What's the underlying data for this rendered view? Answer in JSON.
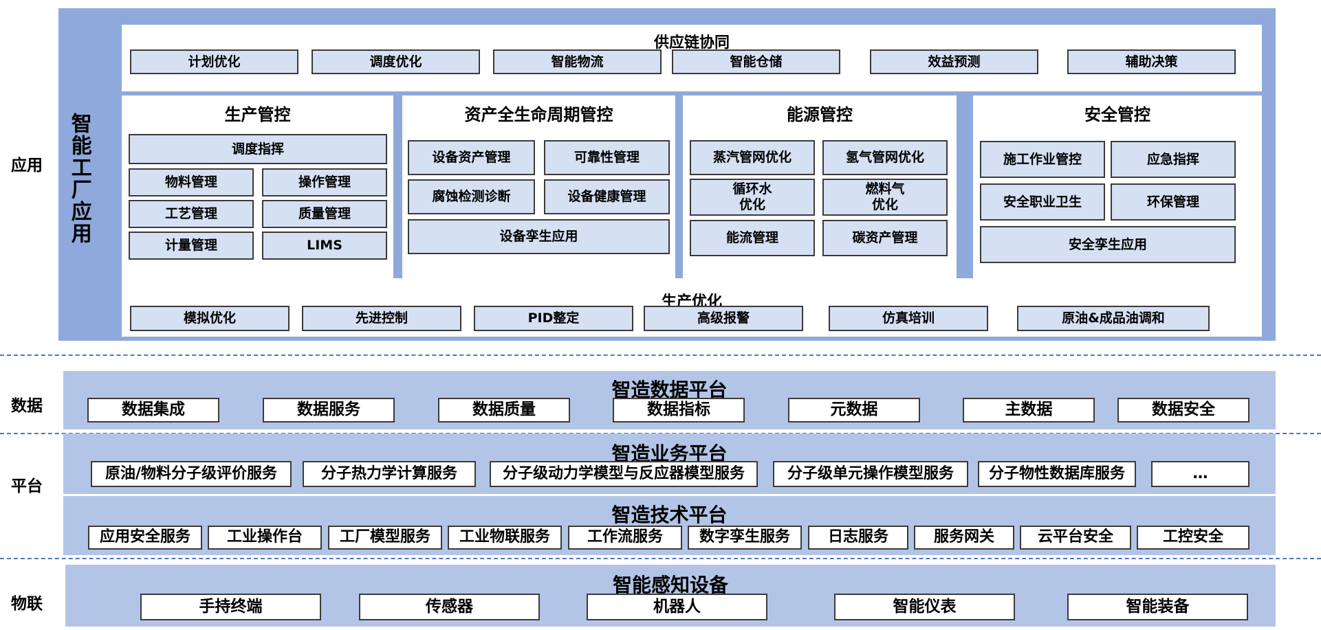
{
  "layers": {
    "app": "应用",
    "data": "数据",
    "platform": "平台",
    "iot": "物联"
  },
  "app_vertical_title": "智能工厂应用",
  "supply_chain": {
    "title": "供应链协同",
    "items": [
      "计划优化",
      "调度优化",
      "智能物流",
      "智能仓储",
      "效益预测",
      "辅助决策"
    ]
  },
  "production_control": {
    "title": "生产管控",
    "items": [
      "调度指挥",
      "物料管理",
      "操作管理",
      "工艺管理",
      "质量管理",
      "计量管理",
      "LIMS"
    ]
  },
  "asset_lifecycle": {
    "title": "资产全生命周期管控",
    "items": [
      "设备资产管理",
      "可靠性管理",
      "腐蚀检测诊断",
      "设备健康管理",
      "设备孪生应用"
    ]
  },
  "energy_control": {
    "title": "能源管控",
    "items": [
      "蒸汽管网优化",
      "氢气管网优化",
      "循环水\n优化",
      "燃料气\n优化",
      "能流管理",
      "碳资产管理"
    ]
  },
  "safety_control": {
    "title": "安全管控",
    "items": [
      "施工作业管控",
      "应急指挥",
      "安全职业卫生",
      "环保管理",
      "安全孪生应用"
    ]
  },
  "production_optimization": {
    "title": "生产优化",
    "items": [
      "模拟优化",
      "先进控制",
      "PID整定",
      "高级报警",
      "仿真培训",
      "原油&成品油调和"
    ]
  },
  "data_platform": {
    "title": "智造数据平台",
    "items": [
      "数据集成",
      "数据服务",
      "数据质量",
      "数据指标",
      "元数据",
      "主数据",
      "数据安全"
    ]
  },
  "business_platform": {
    "title": "智造业务平台",
    "items": [
      "原油/物料分子级评价服务",
      "分子热力学计算服务",
      "分子级动力学模型与反应器模型服务",
      "分子级单元操作模型服务",
      "分子物性数据库服务",
      "…"
    ]
  },
  "tech_platform": {
    "title": "智造技术平台",
    "items": [
      "应用安全服务",
      "工业操作台",
      "工厂模型服务",
      "工业物联服务",
      "工作流服务",
      "数字孪生服务",
      "日志服务",
      "服务网关",
      "云平台安全",
      "工控安全"
    ]
  },
  "smart_devices": {
    "title": "智能感知设备",
    "items": [
      "手持终端",
      "传感器",
      "机器人",
      "智能仪表",
      "智能装备"
    ]
  },
  "colors": {
    "app_bg": "#8fa9dc",
    "layer_bg": "#b3c5e7",
    "inner_box": "#d6e0f3",
    "dash": "#4f73c4"
  }
}
